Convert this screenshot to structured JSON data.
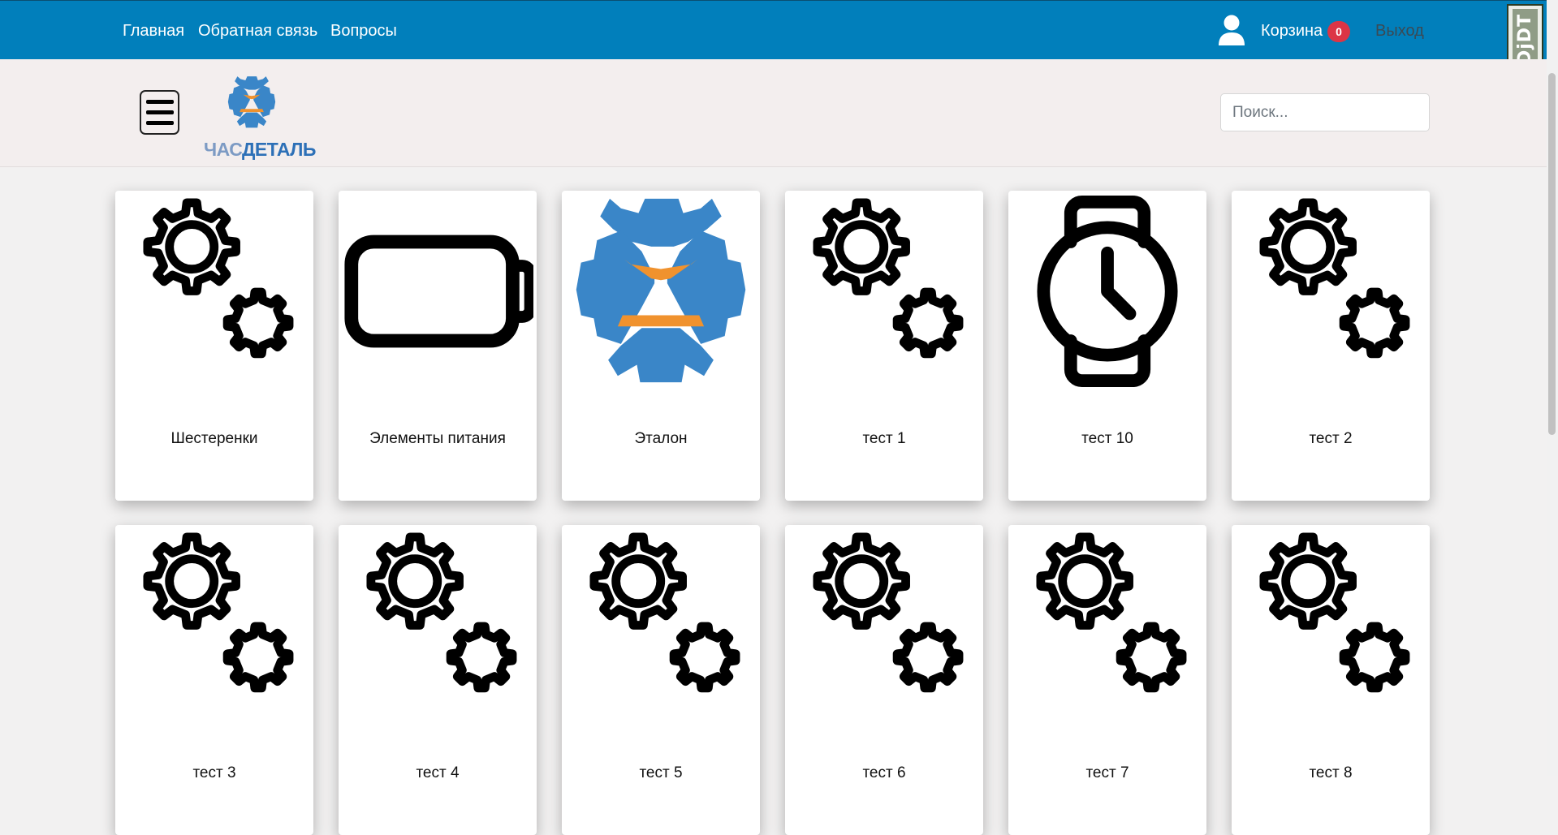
{
  "nav": {
    "links": [
      "Главная",
      "Обратная связь",
      "Вопросы"
    ],
    "cart_label": "Корзина",
    "cart_count": "0",
    "logout_label": "Выход",
    "toolbar_badge": "DjDT"
  },
  "header": {
    "logo_text_a": "ЧАС",
    "logo_text_b": "ДЕТАЛЬ",
    "search_placeholder": "Поиск..."
  },
  "colors": {
    "topnav": "#017fbb",
    "logo_blue": "#3a86c8",
    "logo_orange": "#f0922e",
    "badge": "#dc3545"
  },
  "categories": [
    {
      "title": "Шестеренки",
      "icon": "gears-icon"
    },
    {
      "title": "Элементы питания",
      "icon": "battery-icon"
    },
    {
      "title": "Эталон",
      "icon": "logo-gear-icon"
    },
    {
      "title": "тест 1",
      "icon": "gears-icon"
    },
    {
      "title": "тест 10",
      "icon": "watch-icon"
    },
    {
      "title": "тест 2",
      "icon": "gears-icon"
    },
    {
      "title": "тест 3",
      "icon": "gears-icon"
    },
    {
      "title": "тест 4",
      "icon": "gears-icon"
    },
    {
      "title": "тест 5",
      "icon": "gears-icon"
    },
    {
      "title": "тест 6",
      "icon": "gears-icon"
    },
    {
      "title": "тест 7",
      "icon": "gears-icon"
    },
    {
      "title": "тест 8",
      "icon": "gears-icon"
    }
  ]
}
